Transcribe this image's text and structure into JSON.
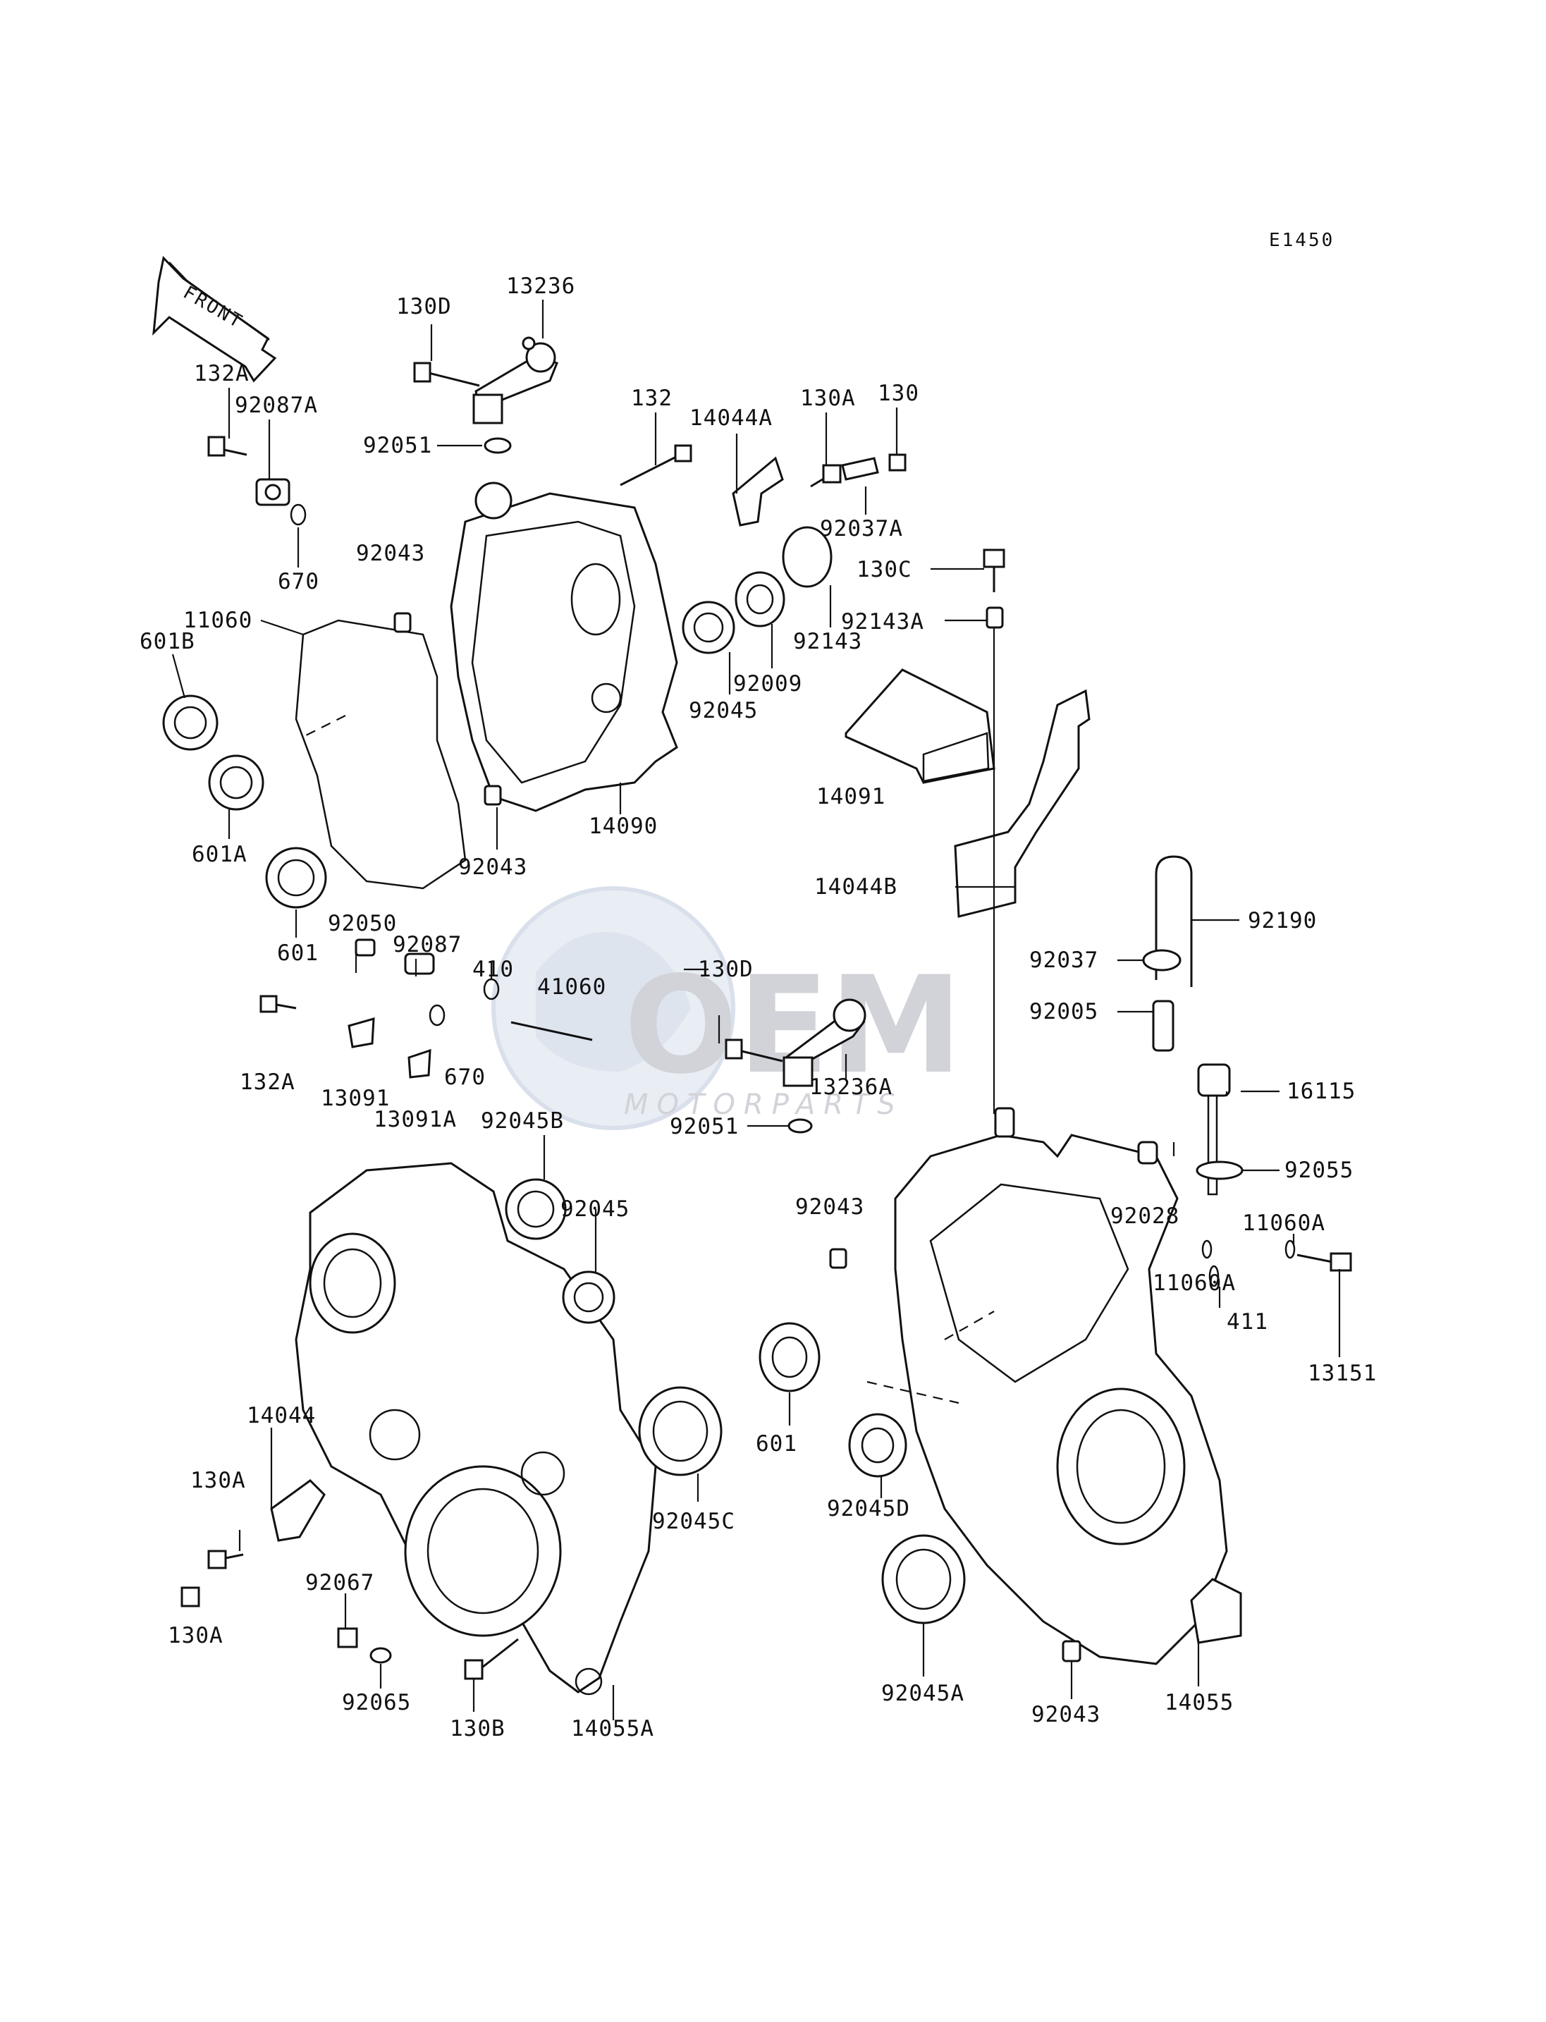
{
  "diagram_code": "E1450",
  "front_label": "FRONT",
  "watermark": {
    "brand": "OEM",
    "sub": "MOTORPARTS"
  },
  "labels": {
    "p130D_top": "130D",
    "p13236": "13236",
    "p132A_top": "132A",
    "p92087A": "92087A",
    "p92051_top": "92051",
    "p132": "132",
    "p14044A": "14044A",
    "p130A_top": "130A",
    "p130": "130",
    "p670_top": "670",
    "p92043_a": "92043",
    "p92037A": "92037A",
    "p130C": "130C",
    "p92143A": "92143A",
    "p11060": "11060",
    "p601B": "601B",
    "p92045_top": "92045",
    "p92009": "92009",
    "p92143": "92143",
    "p601A": "601A",
    "p14090": "14090",
    "p92043_b": "92043",
    "p14091": "14091",
    "p601_top": "601",
    "p14044B": "14044B",
    "p92190": "92190",
    "p92050": "92050",
    "p92087": "92087",
    "p410": "410",
    "p41060": "41060",
    "p130D_mid": "130D",
    "p92037": "92037",
    "p92005": "92005",
    "p132A_mid": "132A",
    "p13091": "13091",
    "p670_mid": "670",
    "p13091A": "13091A",
    "p13236A": "13236A",
    "p16115": "16115",
    "p92045B": "92045B",
    "p92051_mid": "92051",
    "p92055": "92055",
    "p92045_mid": "92045",
    "p92043_c": "92043",
    "p92028": "92028",
    "p11060A_r": "11060A",
    "p11060A_l": "11060A",
    "p411": "411",
    "p13151": "13151",
    "p601_mid": "601",
    "p14044": "14044",
    "p130A_l1": "130A",
    "p92045C": "92045C",
    "p92045D": "92045D",
    "p92067": "92067",
    "p130A_l2": "130A",
    "p92065": "92065",
    "p130B": "130B",
    "p14055A": "14055A",
    "p92045A": "92045A",
    "p92043_d": "92043",
    "p14055": "14055"
  }
}
